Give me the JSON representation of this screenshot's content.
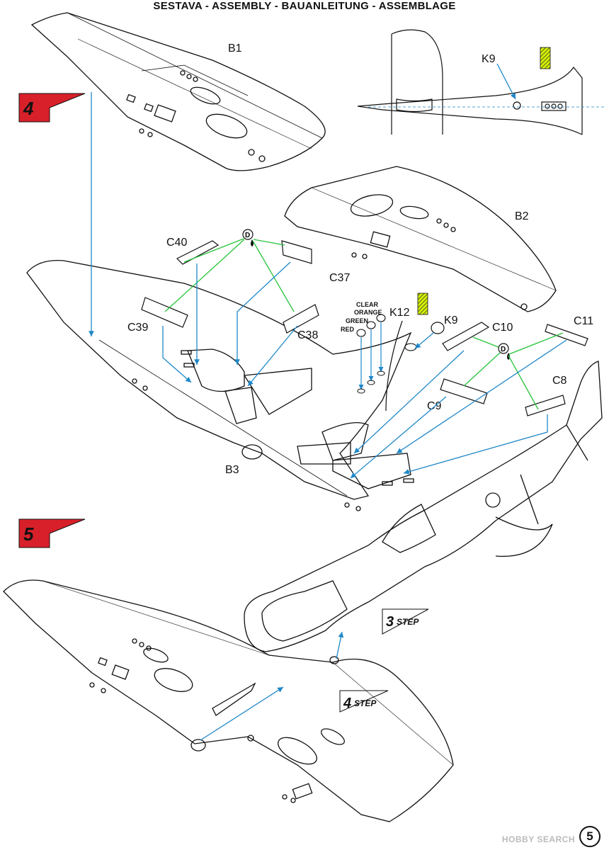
{
  "header": {
    "title": "SESTAVA -  ASSEMBLY - BAUANLEITUNG - ASSEMBLAGE"
  },
  "steps": [
    {
      "number": "4"
    },
    {
      "number": "5"
    }
  ],
  "step_refs": [
    {
      "number": "3",
      "word": "STEP"
    },
    {
      "number": "4",
      "word": "STEP"
    }
  ],
  "parts": {
    "b1": "B1",
    "b2": "B2",
    "b3": "B3",
    "k9_top": "K9",
    "k9": "K9",
    "k12": "K12",
    "c40": "C40",
    "c37": "C37",
    "c39": "C39",
    "c38": "C38",
    "c10": "C10",
    "c11": "C11",
    "c8": "C8",
    "c9": "C9"
  },
  "paint_marker": "D",
  "lights": {
    "clear": "CLEAR",
    "orange": "ORANGE",
    "green": "GREEN",
    "red": "RED"
  },
  "watermark": "HOBBY SEARCH",
  "page_number": "5",
  "colors": {
    "step_flag": "#d8202a",
    "arrow_blue": "#1e88c8",
    "glue_green": "#27c43a",
    "highlight": "#d4f000"
  }
}
